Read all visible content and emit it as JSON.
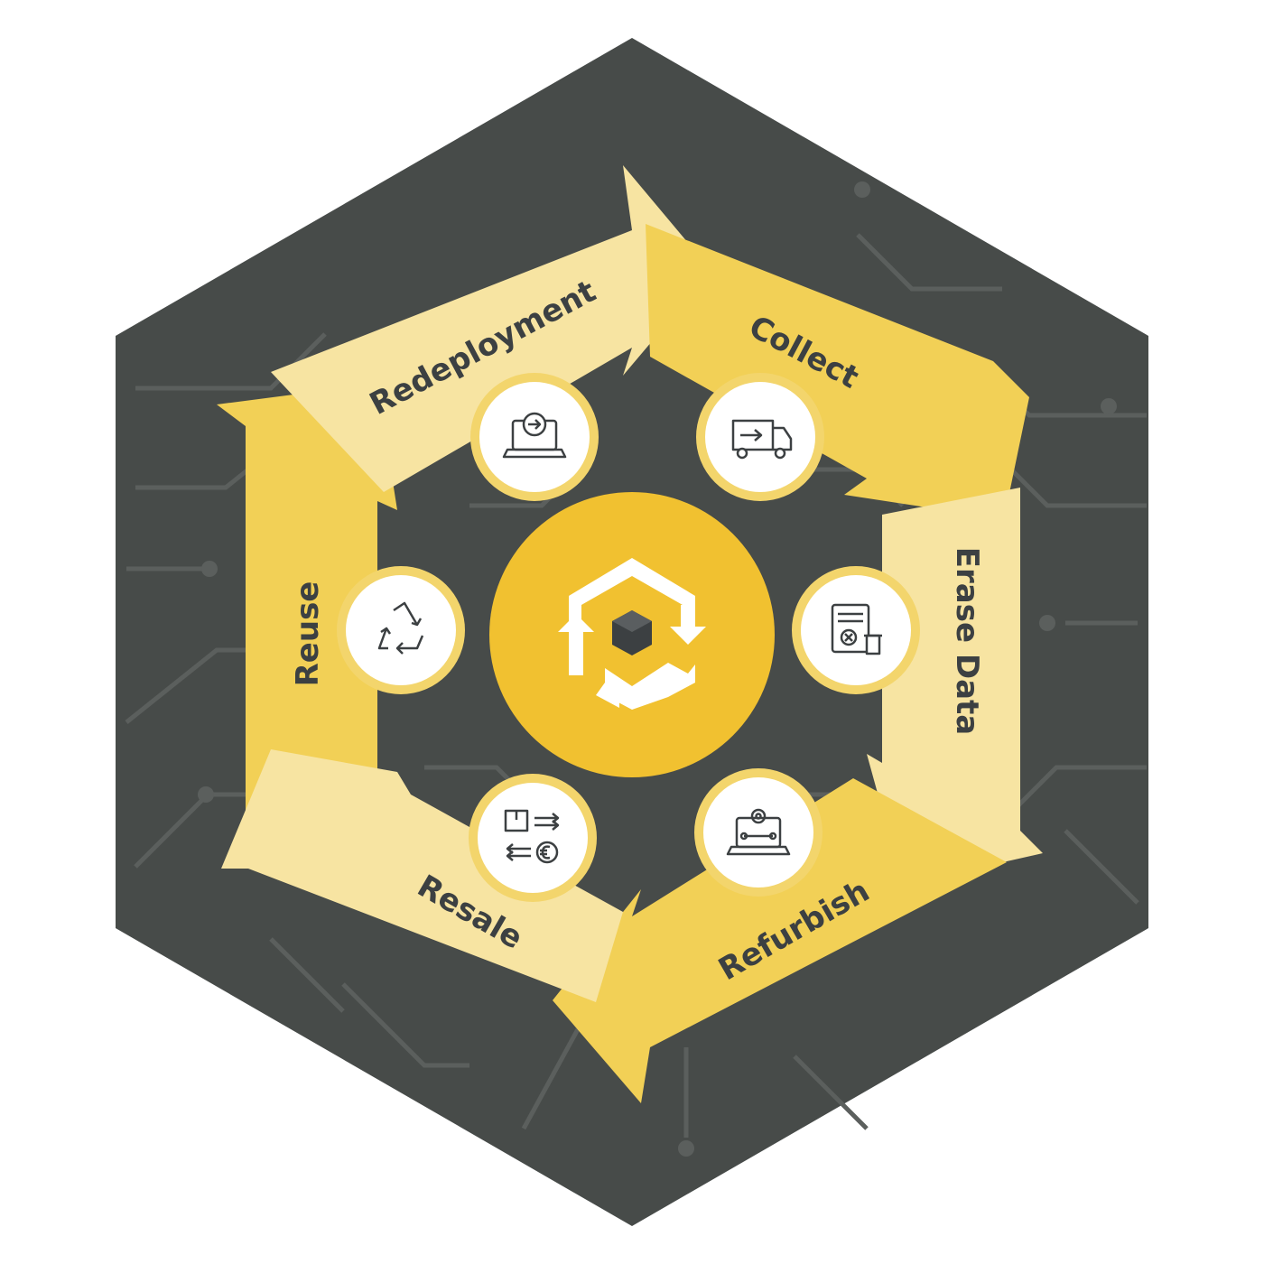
{
  "diagram": {
    "colors": {
      "background_hexagon": "#474b49",
      "circuit_trace": "#5b5f5d",
      "arrow_dark_yellow": "#f2d056",
      "arrow_light_yellow": "#f7e4a2",
      "center_circle": "#f1c130",
      "icon_circle_fill": "#ffffff",
      "icon_circle_ring": "#f3d56c",
      "label_text": "#3c4042"
    },
    "center_logo": {
      "icon": "recycling-logo-icon"
    },
    "stages": [
      {
        "label": "Collect",
        "icon": "delivery-truck-icon"
      },
      {
        "label": "Erase Data",
        "icon": "data-erase-icon"
      },
      {
        "label": "Refurbish",
        "icon": "laptop-repair-icon"
      },
      {
        "label": "Resale",
        "icon": "box-exchange-euro-icon"
      },
      {
        "label": "Reuse",
        "icon": "recycle-icon"
      },
      {
        "label": "Redeployment",
        "icon": "laptop-deploy-icon"
      }
    ]
  }
}
